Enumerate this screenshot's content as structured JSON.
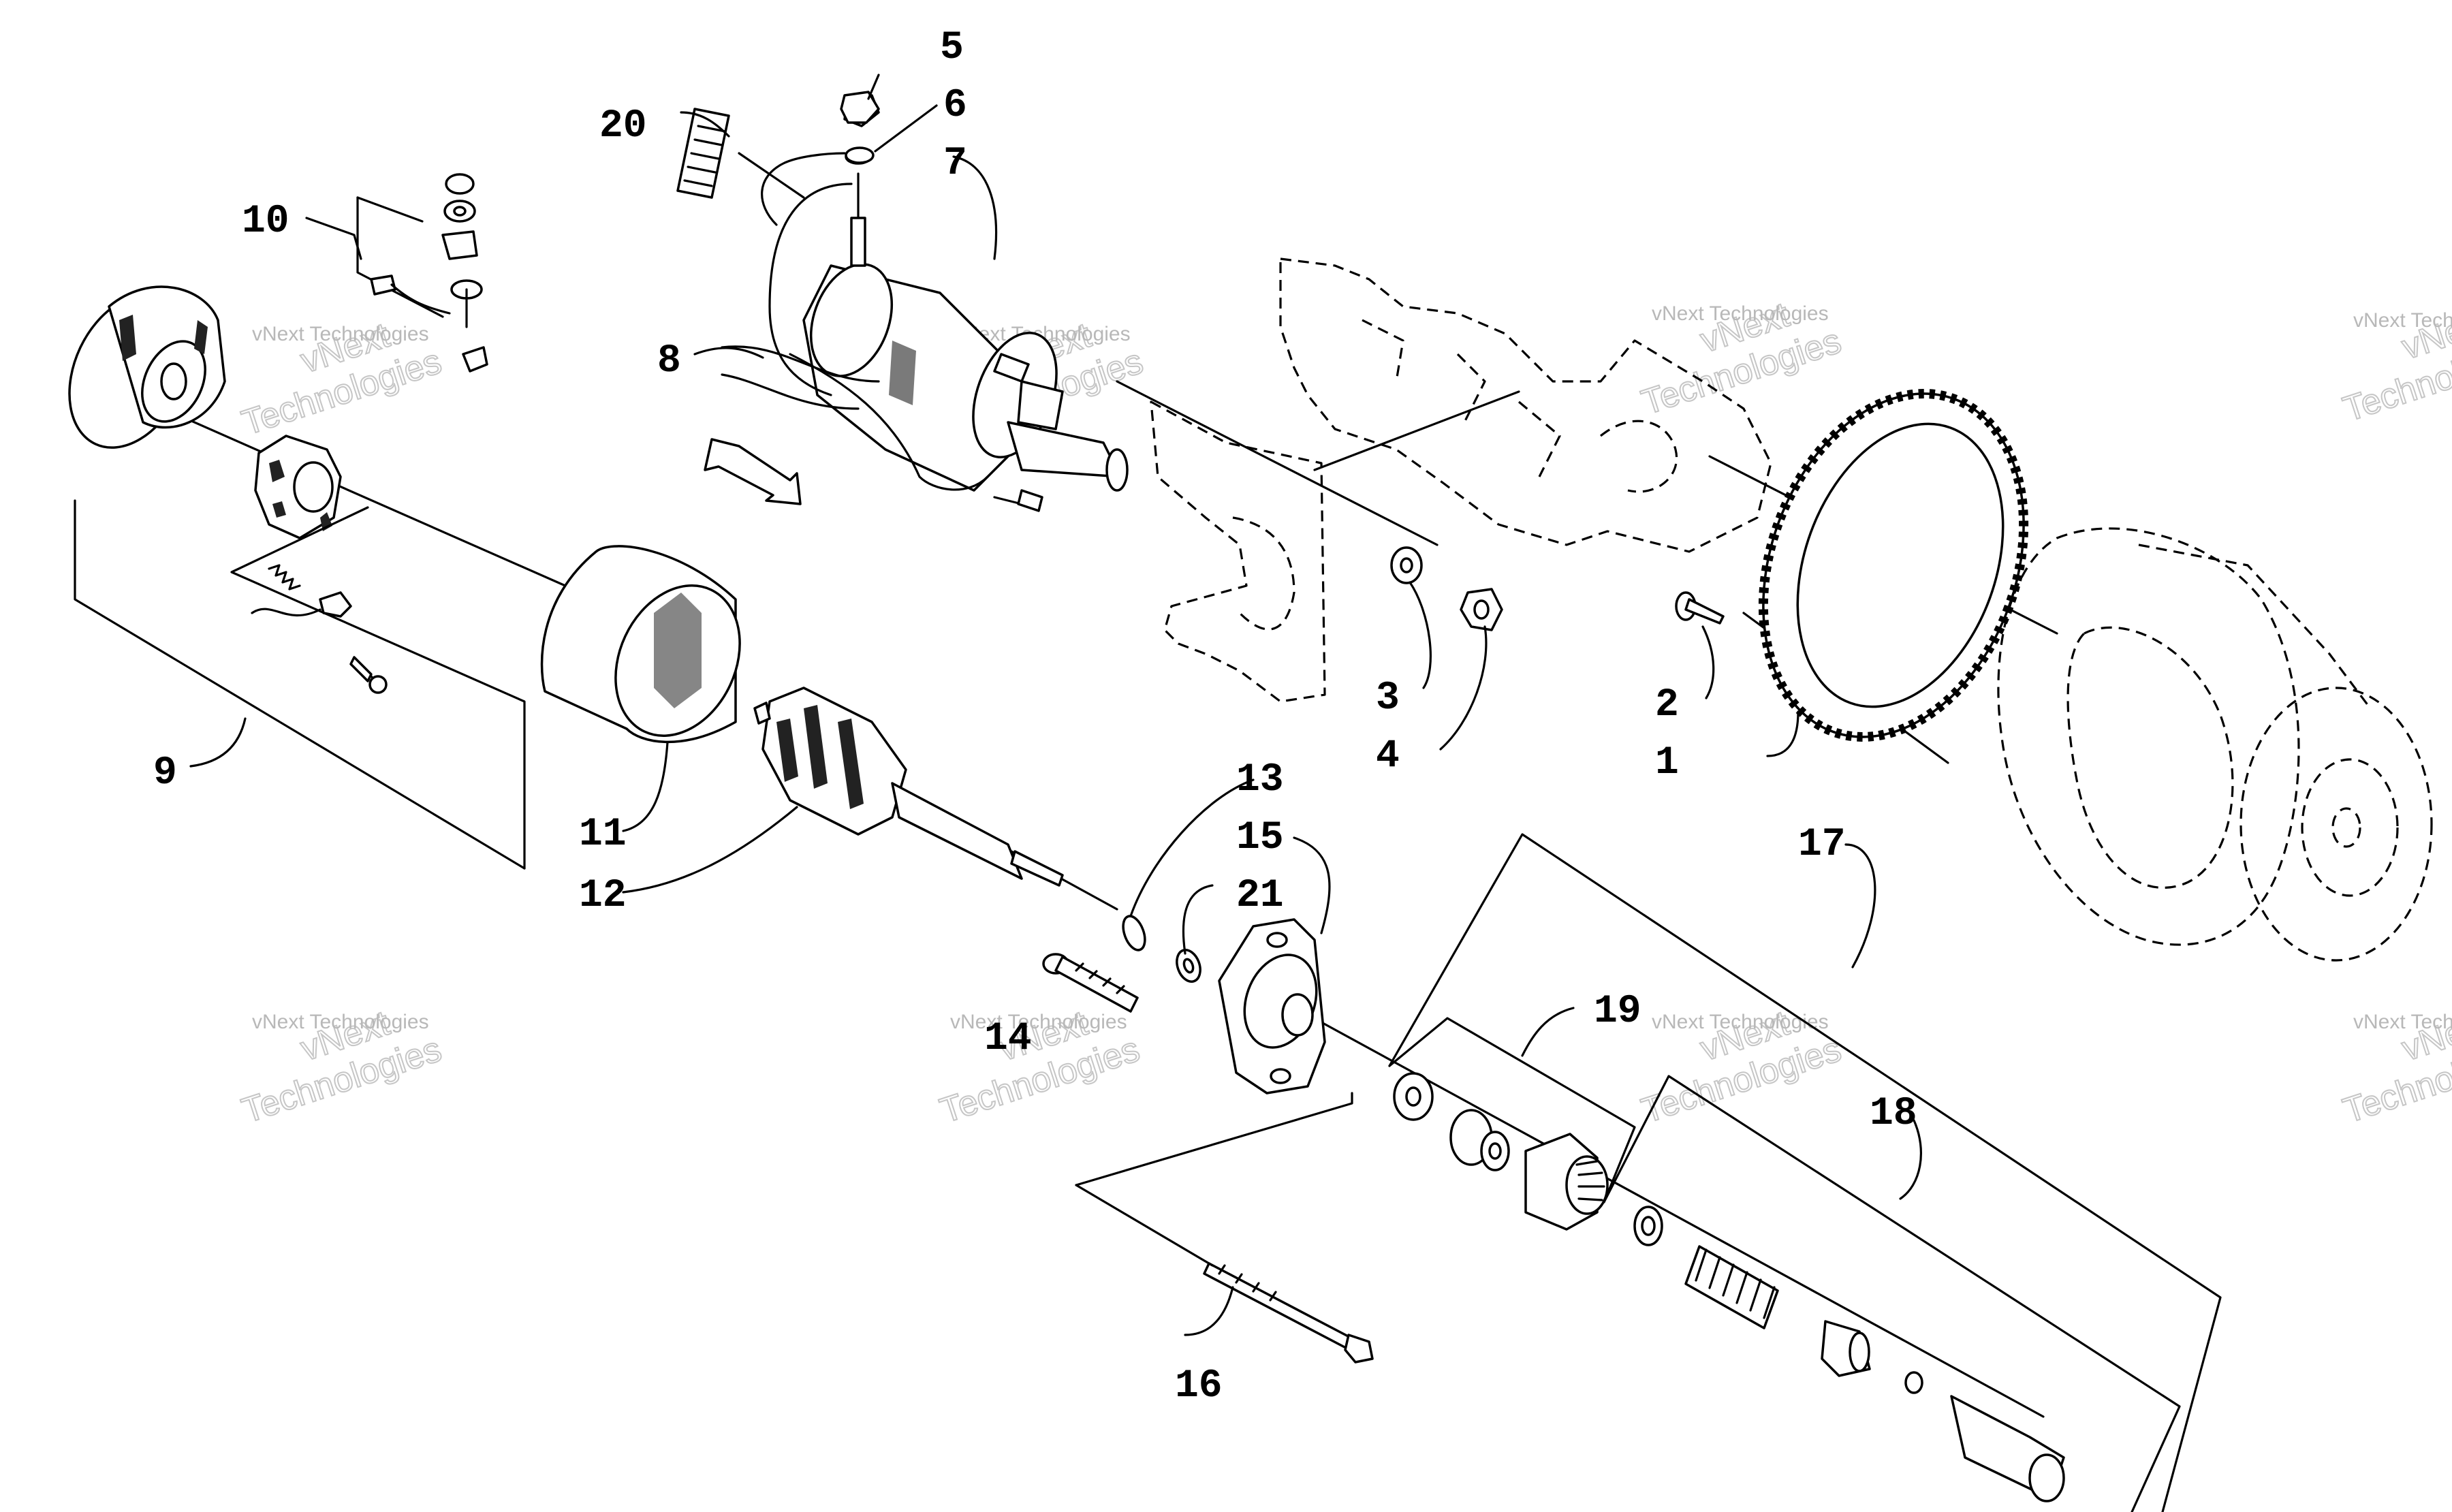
{
  "callouts": {
    "c1": "1",
    "c2": "2",
    "c3": "3",
    "c4": "4",
    "c5": "5",
    "c6": "6",
    "c7": "7",
    "c8": "8",
    "c9": "9",
    "c10": "10",
    "c11": "11",
    "c12": "12",
    "c13": "13",
    "c14": "14",
    "c15": "15",
    "c16": "16",
    "c17": "17",
    "c18": "18",
    "c19": "19",
    "c20": "20",
    "c21": "21"
  },
  "watermark": {
    "line1": "vNext Technologies",
    "line2": "Technologies",
    "line3": "vNext"
  },
  "colors": {
    "ink": "#000000",
    "paper": "#ffffff",
    "watermark": "#c0c0c0"
  }
}
